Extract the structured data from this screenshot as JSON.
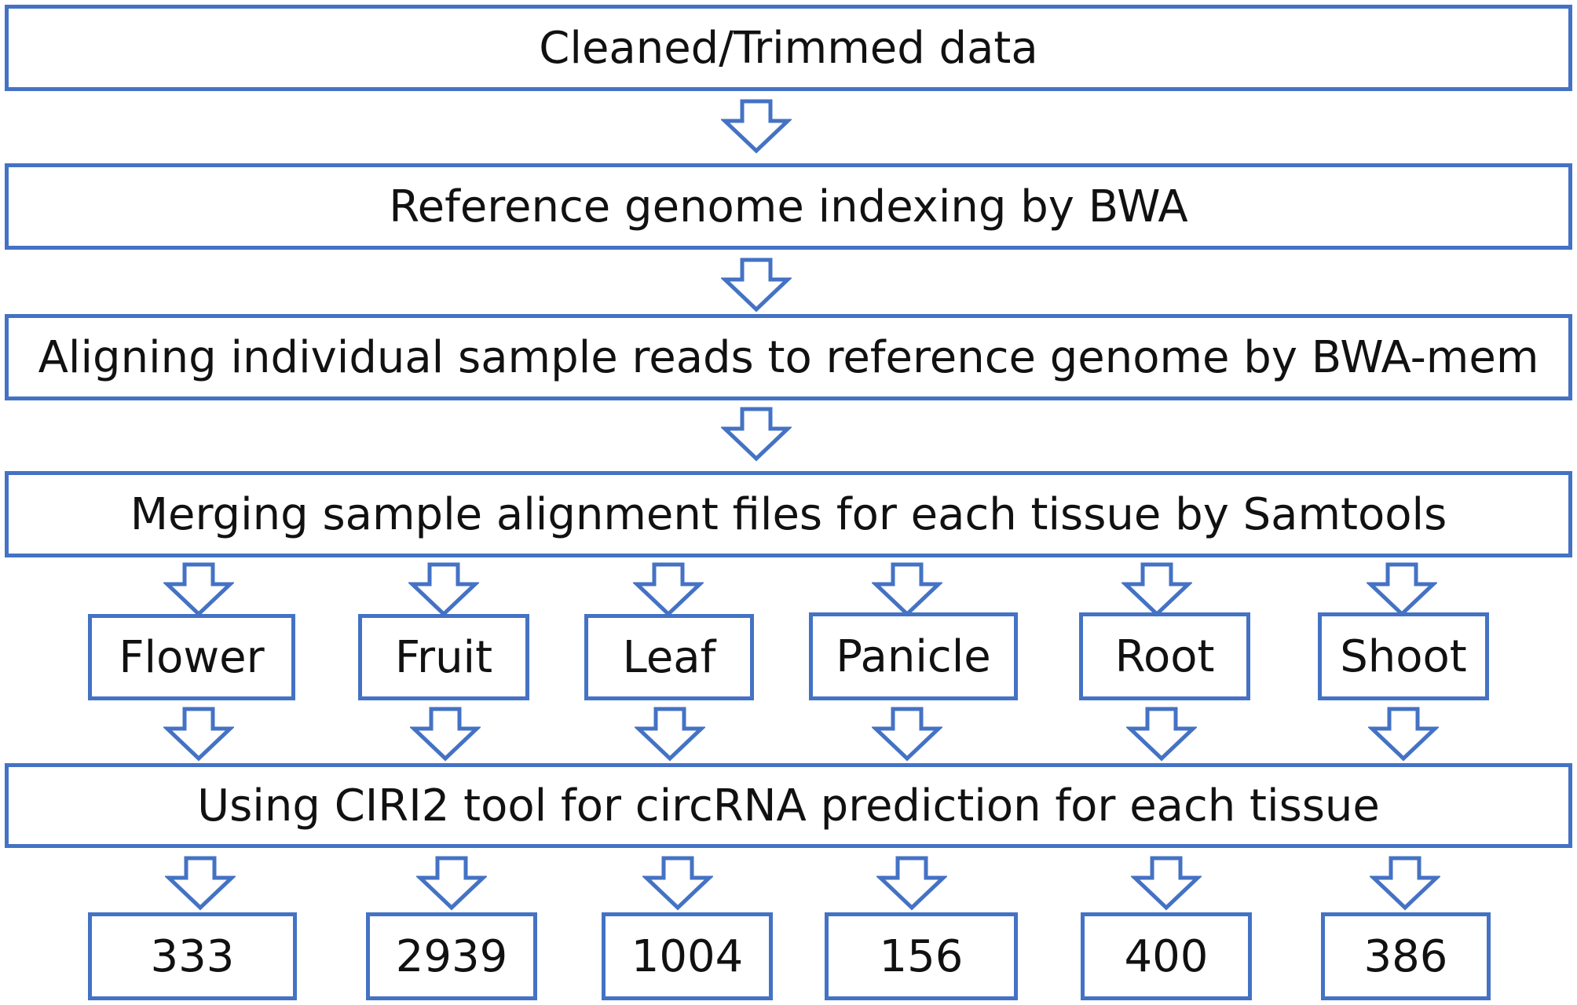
{
  "steps": {
    "cleaned": "Cleaned/Trimmed data",
    "indexing": "Reference genome indexing by BWA",
    "aligning": "Aligning individual sample reads to reference genome by BWA-mem",
    "merging": "Merging sample alignment files for each tissue by Samtools",
    "ciri": "Using CIRI2 tool for circRNA prediction for each tissue"
  },
  "tissues": [
    "Flower",
    "Fruit",
    "Leaf",
    "Panicle",
    "Root",
    "Shoot"
  ],
  "counts": [
    "333",
    "2939",
    "1004",
    "156",
    "400",
    "386"
  ],
  "colors": {
    "outline": "#4472c4",
    "text": "#111111",
    "background": "#ffffff"
  },
  "icons": {
    "arrow": "down-arrow-icon"
  }
}
